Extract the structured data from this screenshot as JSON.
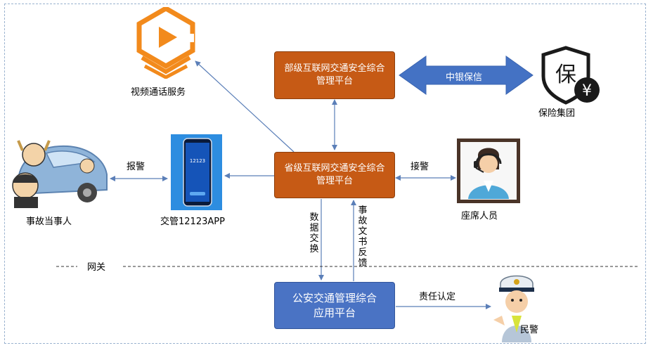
{
  "nodes": {
    "ministry_platform": "部级互联网交通安全综合管理平台",
    "provincial_platform": "省级互联网交通安全综合管理平台",
    "police_platform": "公安交通管理综合应用平台",
    "video_service": "视频通话服务",
    "insurance_group": "保险集团",
    "accident_party": "事故当事人",
    "app": "交管12123APP",
    "operator": "座席人员",
    "police_officer": "民警"
  },
  "edges": {
    "insurance_link": "中银保信",
    "report_alarm": "报警",
    "receive_alarm": "接警",
    "data_exchange": "数据交换",
    "document_feedback": "事故文书反馈",
    "responsibility": "责任认定"
  },
  "gateway": "网关",
  "insurance_icon": {
    "char1": "保",
    "char2": "¥"
  },
  "app_screen_text": "12123",
  "colors": {
    "orange": "#c65a15",
    "blue": "#4a73c4",
    "arrow": "#4472c4",
    "line": "#5b7fb8"
  }
}
